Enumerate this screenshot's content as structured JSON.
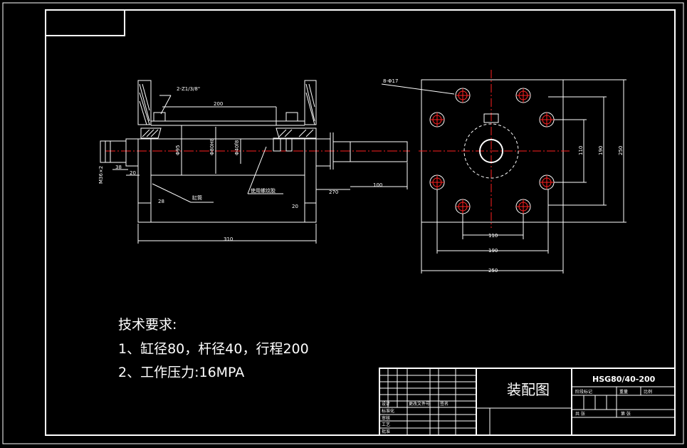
{
  "drawing": {
    "title": "装配图",
    "code": "HSG80/40-200",
    "notes": {
      "heading": "技术要求:",
      "line1": "1、缸径80，杆径40，行程200",
      "line2": "2、工作压力:16MPA"
    },
    "side_view": {
      "chamfer_callout": "2-Z1/3/8\"",
      "dim_stroke": "200",
      "dim_bore": "Φ95",
      "dim_inner": "Φ80H8",
      "dim_rod": "Φ40f8",
      "dim_thread": "M36×2",
      "dim_thread_len": "38",
      "dim_flange_left": "20",
      "dim_left_28": "28",
      "dim_right_20": "20",
      "dim_270": "270",
      "dim_100": "100",
      "dim_overall": "310",
      "label_cylinder": "缸筒",
      "label_seal": "使用螺纹胶"
    },
    "end_view": {
      "callout_holes": "8-Φ17",
      "dim_h110_inner": "110",
      "dim_h190": "190",
      "dim_h250": "250",
      "dim_v110": "110",
      "dim_v190": "190",
      "dim_v250": "250"
    },
    "title_block": {
      "r1": "设计",
      "r2": "标准化",
      "r3": "审核",
      "r4": "工艺",
      "r5": "批准",
      "c1": "更改文件号",
      "c2": "签名",
      "stage": "阶段标记",
      "weight": "重量",
      "scale": "比例",
      "sheet_total": "共 张",
      "sheet_no": "第 张"
    }
  },
  "colors": {
    "line": "#ffffff",
    "centerline": "#ff2020",
    "background": "#000000"
  }
}
